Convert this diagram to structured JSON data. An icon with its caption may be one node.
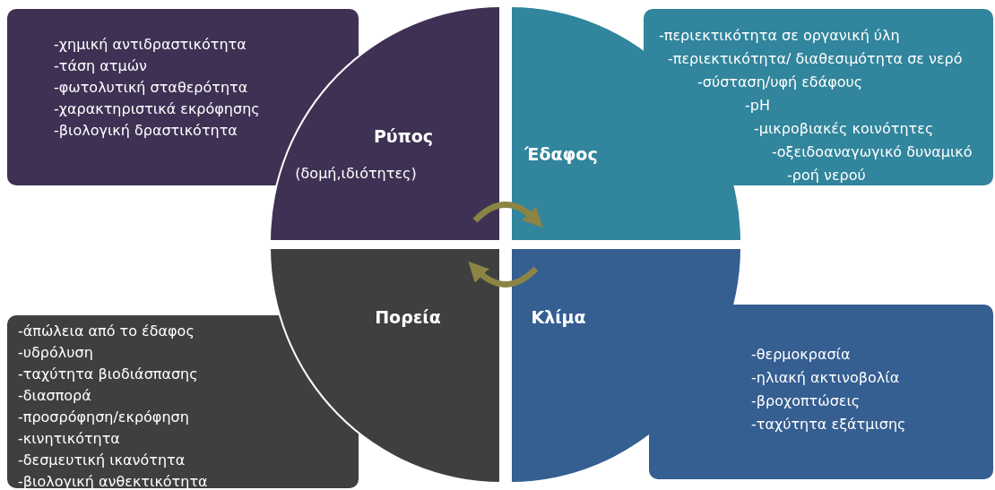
{
  "diagram": {
    "nodes": [
      {
        "text": [
          "-χημική αντιδραστικότητα",
          "-τάση ατμών",
          "-φωτολυτική σταθερότητα",
          "-χαρακτηριστικά εκρόφησης",
          "-βιολογική δραστικότητα"
        ]
      },
      {
        "text": [
          "Ρύπος",
          "(δομή,ιδιότητες)"
        ]
      },
      {
        "text": [
          "Έδαφος"
        ]
      },
      {
        "text": [
          "-περιεκτικότητα σε οργανική ύλη",
          "-περιεκτικότητα/ διαθεσιμότητα σε νερό",
          "-σύσταση/υφή εδάφους",
          "-pH",
          "-μικροβιακές κοινότητες",
          "-οξειδοαναγωγικό δυναμικό",
          "-ροή νερού"
        ]
      },
      {
        "text": [
          "-άπώλεια από το έδαφος",
          "-υδρόλυση",
          "-ταχύτητα βιοδιάσπασης",
          "-διασπορά",
          "-προσρόφηση/εκρόφηση",
          "-κινητικότητα",
          "-δεσμευτική ικανότητα",
          "-βιολογική ανθεκτικότητα"
        ]
      },
      {
        "text": [
          "Πορεία"
        ]
      },
      {
        "text": [
          "Κλίμα"
        ]
      },
      {
        "text": [
          "-θερμοκρασία",
          "-ηλιακή ακτινοβολία",
          "-βροχοπτώσεις",
          "-ταχύτητα εξάτμισης"
        ]
      }
    ],
    "edges": [
      {
        "from": 1,
        "to": 2,
        "arrow": "to"
      },
      {
        "from": 6,
        "to": 5,
        "arrow": "to"
      }
    ]
  }
}
